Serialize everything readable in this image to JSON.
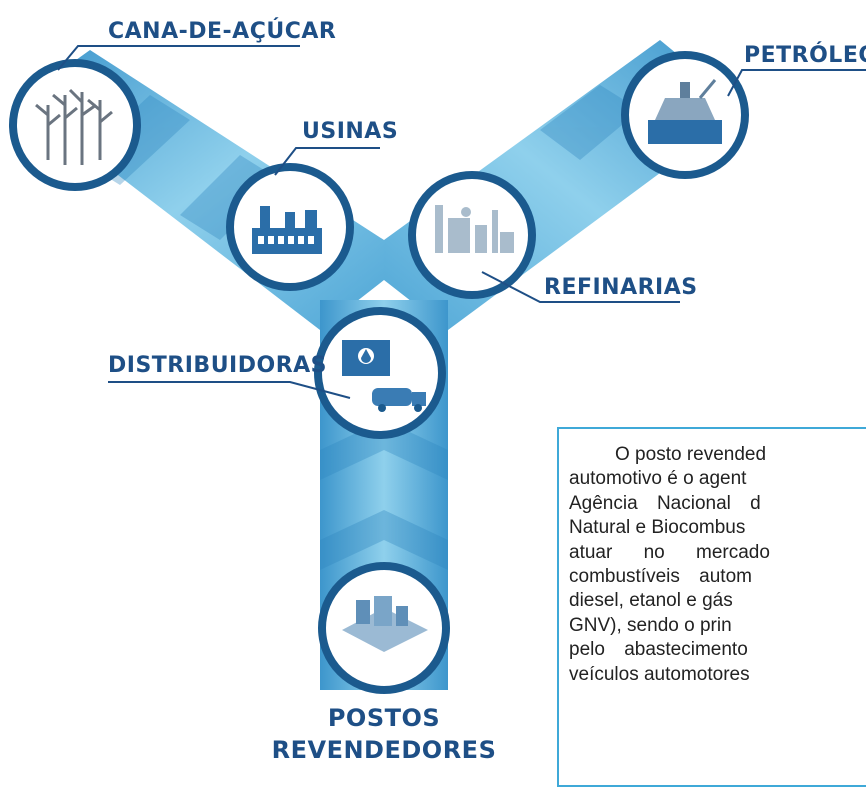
{
  "diagram": {
    "nodes": [
      {
        "id": "cana",
        "label": "CANA-DE-AÇÚCAR",
        "icon": "sugarcane-icon"
      },
      {
        "id": "usinas",
        "label": "USINAS",
        "icon": "factory-icon"
      },
      {
        "id": "petroleo",
        "label": "PETRÓLEO",
        "icon": "oil-platform-icon"
      },
      {
        "id": "refinarias",
        "label": "REFINARIAS",
        "icon": "refinery-icon"
      },
      {
        "id": "distribuidoras",
        "label": "DISTRIBUIDORAS",
        "icon": "tank-truck-icon"
      },
      {
        "id": "postos",
        "label_line1": "POSTOS",
        "label_line2": "REVENDEDORES",
        "icon": "gas-station-icon"
      }
    ],
    "colors": {
      "dark_blue": "#1e4f86",
      "band_light": "#8fd0ec",
      "band_mid": "#5fb4dd",
      "band_dark": "#3a8ec4",
      "circle_ring": "#1b5a8e"
    }
  },
  "textbox": {
    "lines": [
      "O posto revended",
      "automotivo é o agent",
      "Agência Nacional d",
      "Natural e Biocombus",
      "atuar no mercado",
      "combustíveis autom",
      "diesel, etanol e gás",
      "GNV), sendo o prin",
      "pelo abastecimento",
      "veículos automotores"
    ]
  }
}
